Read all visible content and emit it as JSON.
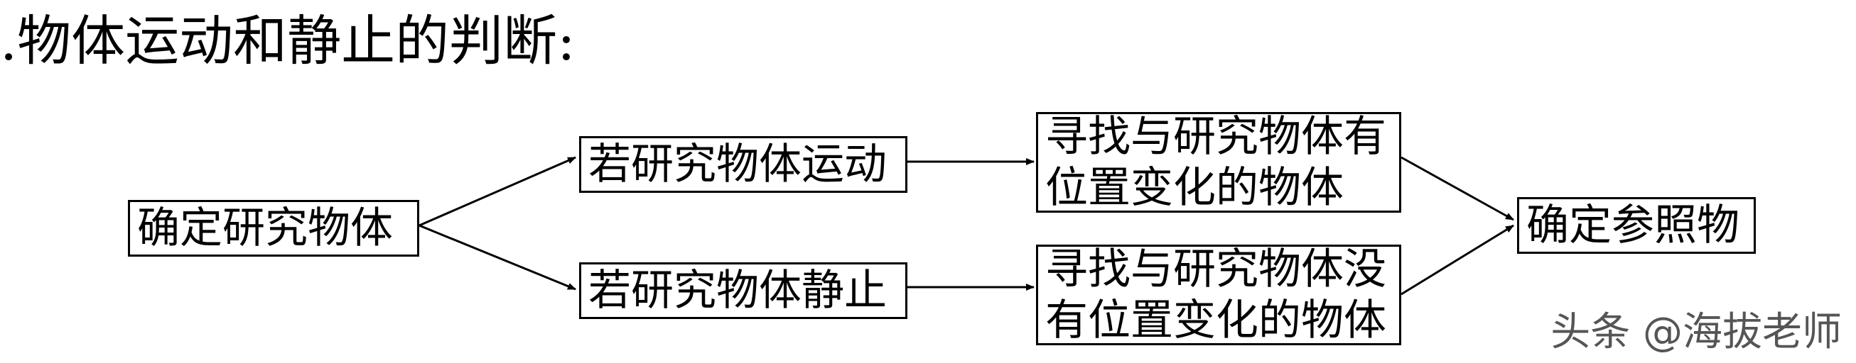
{
  "title": ".物体运动和静止的判断:",
  "boxes": {
    "determine_object": "确定研究物体",
    "if_moving": "若研究物体运动",
    "if_static": "若研究物体静止",
    "find_changed_line1": "寻找与研究物体有",
    "find_changed_line2": "位置变化的物体",
    "find_unchanged_line1": "寻找与研究物体没",
    "find_unchanged_line2": "有位置变化的物体",
    "determine_reference": "确定参照物"
  },
  "watermark": "头条 @海拔老师"
}
